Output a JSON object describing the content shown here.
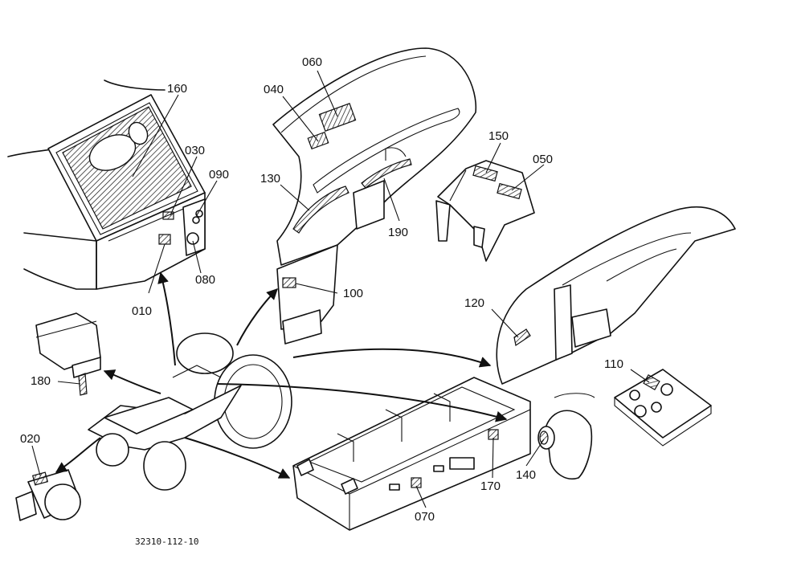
{
  "callouts": {
    "c010": "010",
    "c020": "020",
    "c030": "030",
    "c040": "040",
    "c050": "050",
    "c060": "060",
    "c070": "070",
    "c080": "080",
    "c090": "090",
    "c100": "100",
    "c110": "110",
    "c120": "120",
    "c130": "130",
    "c140": "140",
    "c150": "150",
    "c160": "160",
    "c170": "170",
    "c180": "180",
    "c190": "190"
  },
  "drawing_number": "32310-112-10"
}
